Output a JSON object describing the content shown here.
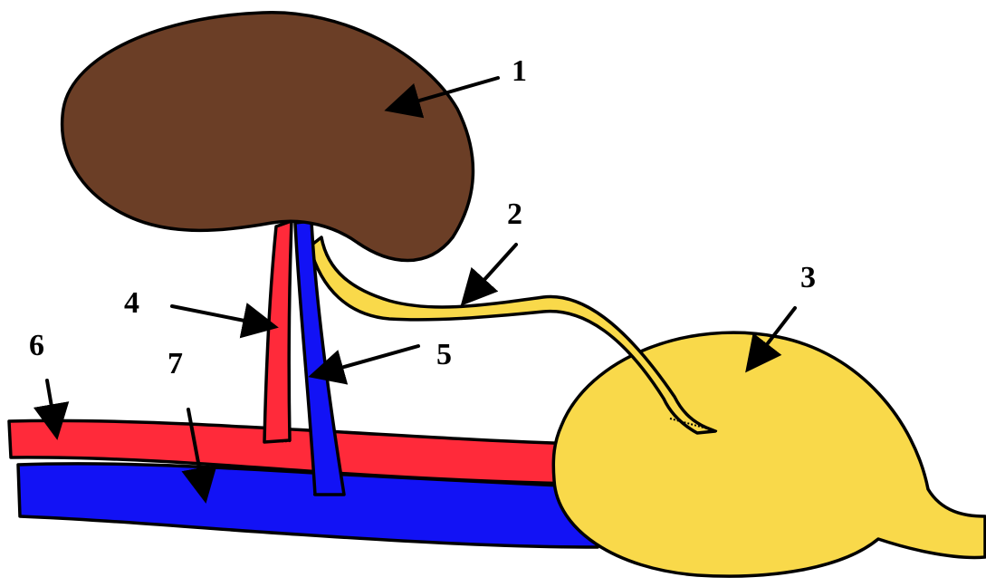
{
  "labels": {
    "l1": "1",
    "l2": "2",
    "l3": "3",
    "l4": "4",
    "l5": "5",
    "l6": "6",
    "l7": "7"
  },
  "colors": {
    "kidney": "#6b3e26",
    "urinary": "#f9d94a",
    "artery": "#ff2a3a",
    "vein": "#1212f5",
    "outline": "#000000",
    "background": "#ffffff"
  }
}
